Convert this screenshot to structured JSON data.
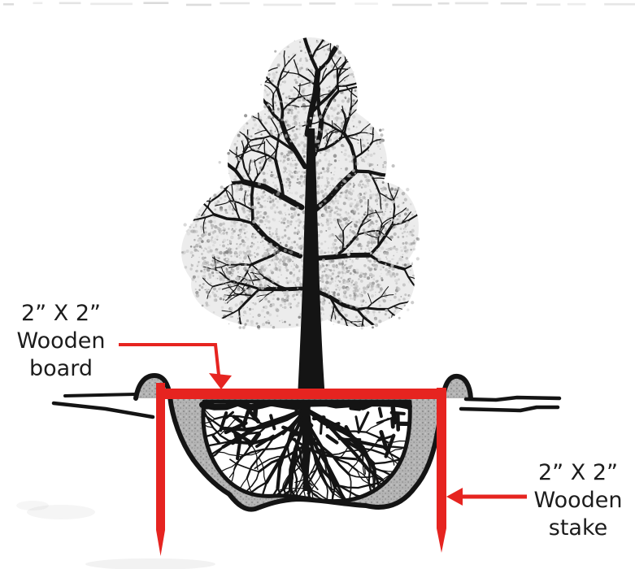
{
  "diagram": {
    "type": "tree-planting-cross-section",
    "labels": {
      "board": {
        "line1": "2” X 2”",
        "line2": "Wooden",
        "line3": "board"
      },
      "stake": {
        "line1": "2” X 2”",
        "line2": "Wooden",
        "line3": "stake"
      }
    },
    "colors": {
      "annotation_red": "#e62420",
      "ink": "#141414",
      "soil_gray": "#b4b4b4",
      "soil_dot_dark": "#8e8e8e",
      "foliage_gray": "#bdbdbd",
      "label_text": "#1c1c1c"
    },
    "parts": [
      {
        "name": "tree-canopy"
      },
      {
        "name": "tree-trunk"
      },
      {
        "name": "root-ball"
      },
      {
        "name": "backfill-soil"
      },
      {
        "name": "ground-surface-left"
      },
      {
        "name": "ground-surface-right"
      },
      {
        "name": "wooden-board"
      },
      {
        "name": "wooden-stake-left"
      },
      {
        "name": "wooden-stake-right"
      },
      {
        "name": "board-arrow"
      },
      {
        "name": "stake-arrow"
      }
    ]
  }
}
